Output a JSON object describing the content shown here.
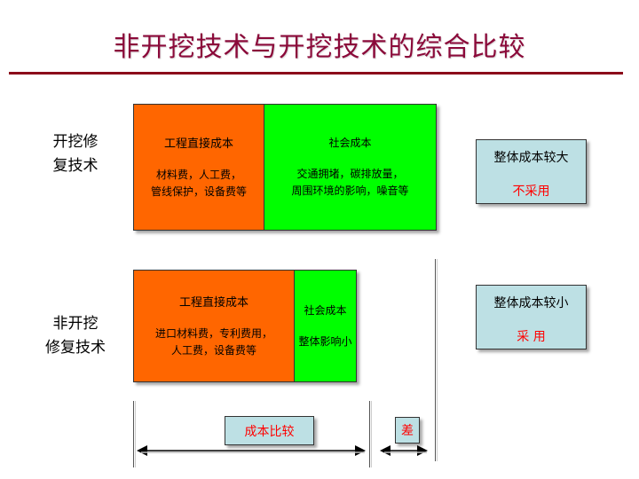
{
  "title": "非开挖技术与开挖技术的综合比较",
  "colors": {
    "title": "#8b0a3a",
    "rule": "#8b0a1a",
    "direct_cost": "#ff6600",
    "social_cost": "#00ff00",
    "result_box": "#bde0e4",
    "highlight_text": "#ff0000"
  },
  "rows": [
    {
      "label_line1": "开挖修",
      "label_line2": "复技术",
      "direct_cost": {
        "heading": "工程直接成本",
        "detail_line1": "材料费，人工费，",
        "detail_line2": "管线保护，设备费等"
      },
      "social_cost": {
        "heading": "社会成本",
        "detail_line1": "交通拥堵，碳排放量，",
        "detail_line2": "周围环境的影响，噪音等"
      },
      "result": {
        "summary": "整体成本较大",
        "decision": "不采用"
      }
    },
    {
      "label_line1": "非开挖",
      "label_line2": "修复技术",
      "direct_cost": {
        "heading": "工程直接成本",
        "detail_line1": "进口材料费，专利费用，",
        "detail_line2": "人工费，设备费等"
      },
      "social_cost": {
        "heading": "社会成本",
        "detail_line1": "整体影响小"
      },
      "result": {
        "summary": "整体成本较小",
        "decision": "采  用"
      }
    }
  ],
  "comparison": {
    "cost_compare_label": "成本比较",
    "difference_label": "差"
  }
}
